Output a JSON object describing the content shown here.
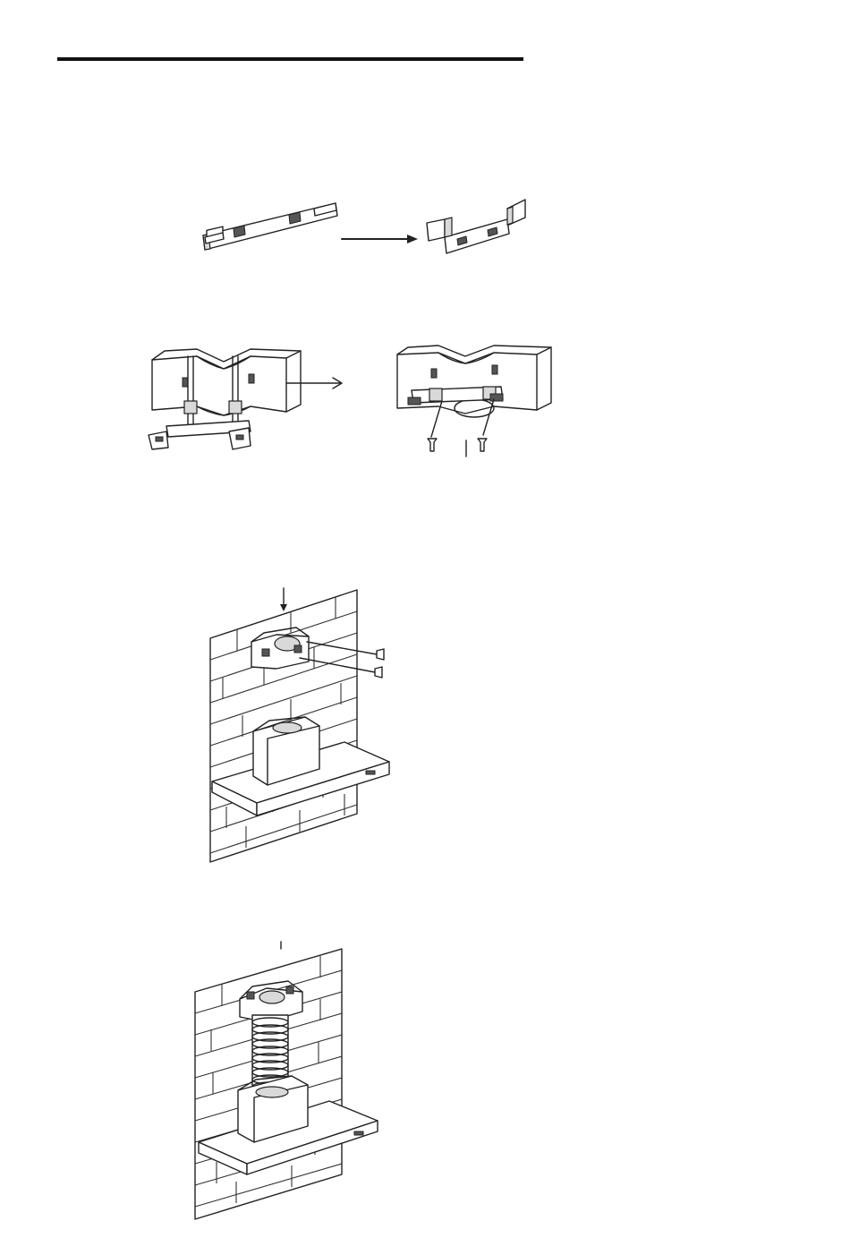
{
  "page": {
    "figures": [
      {
        "id": "bracket-bend",
        "caption": ""
      },
      {
        "id": "bracket-attach",
        "caption": ""
      },
      {
        "id": "wall-mount-bracket",
        "caption": ""
      },
      {
        "id": "duct-connect",
        "caption": ""
      }
    ]
  },
  "colors": {
    "ink": "#222222",
    "paper": "#ffffff",
    "shade": "#d9d9d9"
  }
}
